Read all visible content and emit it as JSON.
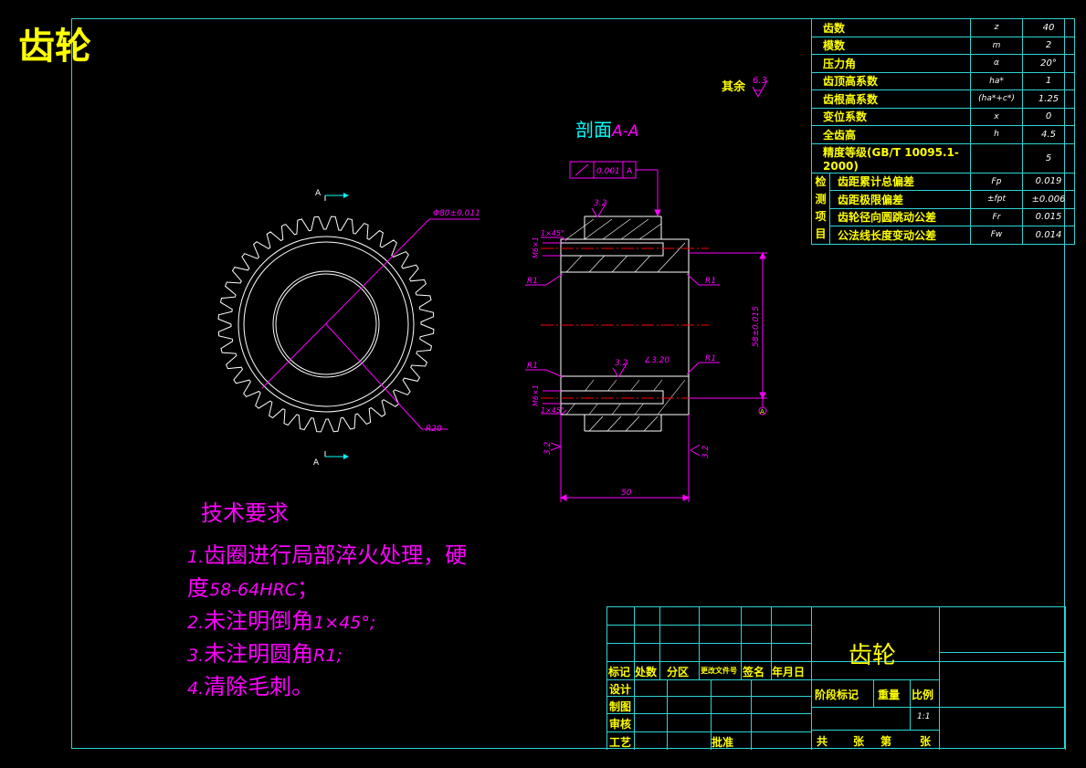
{
  "drawing": {
    "title": "齿轮",
    "section_label": "剖面",
    "section_suffix": "A-A",
    "roughness_note": "其余",
    "roughness_note_value": "6.3",
    "section_marks": [
      "A",
      "A"
    ]
  },
  "annotations": {
    "diameter": "Φ80±0.011",
    "radius_r20": "R20",
    "tolerance_frame_value": "0.001",
    "tolerance_frame_datum": "A",
    "roughness_values": [
      "3.2",
      "3.2",
      "3.2",
      "3.2"
    ],
    "angle_note": "∠3.20",
    "chamfer": "1×45°",
    "keyway_width": "M6×1",
    "radius_r1": "R1",
    "bore_dimension": "58±0.015",
    "width_dimension": "50",
    "datum_symbol": "A"
  },
  "parameters": [
    {
      "name": "齿数",
      "symbol": "z",
      "value": "40"
    },
    {
      "name": "模数",
      "symbol": "m",
      "value": "2"
    },
    {
      "name": "压力角",
      "symbol": "α",
      "value": "20°"
    },
    {
      "name": "齿顶高系数",
      "symbol": "ha*",
      "value": "1"
    },
    {
      "name": "齿根高系数",
      "symbol": "(ha*+c*)",
      "value": "1.25"
    },
    {
      "name": "变位系数",
      "symbol": "x",
      "value": "0"
    },
    {
      "name": "全齿高",
      "symbol": "h",
      "value": "4.5"
    },
    {
      "name": "精度等级(GB/T 10095.1-2000)",
      "symbol": "",
      "value": "5"
    }
  ],
  "inspection": {
    "group_label": [
      "检",
      "测",
      "项",
      "目"
    ],
    "items": [
      {
        "name": "齿距累计总偏差",
        "symbol": "Fp",
        "value": "0.019"
      },
      {
        "name": "齿距极限偏差",
        "symbol": "±fpt",
        "value": "±0.006"
      },
      {
        "name": "齿轮径向圆跳动公差",
        "symbol": "Fr",
        "value": "0.015"
      },
      {
        "name": "公法线长度变动公差",
        "symbol": "Fw",
        "value": "0.014"
      }
    ]
  },
  "tech_requirements": {
    "title": "技术要求",
    "lines": [
      {
        "num": "1.",
        "text": "齿圈进行局部淬火处理，硬",
        "suffix": ""
      },
      {
        "num": "",
        "text": "度",
        "suffix": "58-64HRC",
        "tail": "；"
      },
      {
        "num": "2.",
        "text": "未注明倒角",
        "suffix": "1×45°;",
        "tail": ""
      },
      {
        "num": "3.",
        "text": "未注明圆角",
        "suffix": "R1;",
        "tail": ""
      },
      {
        "num": "4.",
        "text": "清除毛刺。",
        "suffix": "",
        "tail": ""
      }
    ]
  },
  "title_block": {
    "part_name": "齿轮",
    "row_labels": [
      "标记",
      "处数",
      "分区",
      "更改文件号",
      "签名",
      "年月日"
    ],
    "roles": [
      "设计",
      "制图",
      "审核",
      "工艺"
    ],
    "approve": "批准",
    "stage": "阶段标记",
    "weight": "重量",
    "scale_label": "比例",
    "scale": "1:1",
    "sheet": [
      "共",
      "张",
      "第",
      "张"
    ]
  },
  "colors": {
    "frame": "#2fd3d3",
    "outline": "#ffffff",
    "dimension": "#ff00ff",
    "title": "#ffff00",
    "centerline": "#ff0000"
  }
}
